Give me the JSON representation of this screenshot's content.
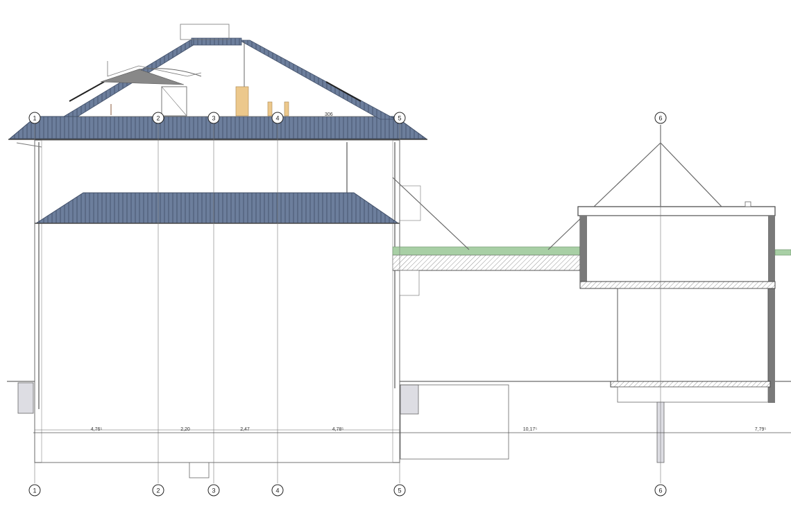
{
  "drawing": {
    "type": "architectural-section",
    "colors": {
      "roof_tiles": "#6c7e9c",
      "roof_tile_lines": "#3f4d66",
      "green_roof": "#a8cfa5",
      "line": "#555555",
      "wall_fill": "#ffffff",
      "wood": "#ecc88c",
      "concrete": "#7a7a7a",
      "foundation": "#dddde3"
    },
    "grid_axes_top": [
      "1",
      "2",
      "3",
      "4",
      "5",
      "6"
    ],
    "grid_axes_bottom": [
      "1",
      "2",
      "3",
      "4",
      "5",
      "6"
    ],
    "dimensions": [
      "4,76⁵",
      "2,20",
      "2,47",
      "4,78⁵",
      "10,17⁵",
      "7,79⁵"
    ],
    "annotation_small": "306"
  }
}
